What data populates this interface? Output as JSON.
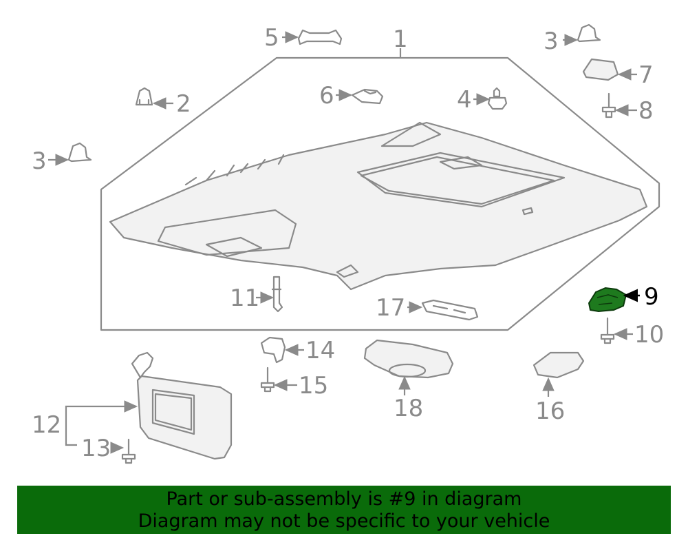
{
  "callouts": {
    "c1": "1",
    "c2": "2",
    "c3a": "3",
    "c3b": "3",
    "c4": "4",
    "c5": "5",
    "c6": "6",
    "c7": "7",
    "c8": "8",
    "c9": "9",
    "c10": "10",
    "c11": "11",
    "c12": "12",
    "c13": "13",
    "c14": "14",
    "c15": "15",
    "c16": "16",
    "c17": "17",
    "c18": "18"
  },
  "highlight": {
    "part_number": "9",
    "color": "#1e7a1e"
  },
  "banner": {
    "line1": "Part or sub-assembly is #9 in diagram",
    "line2": "Diagram may not be specific to your vehicle",
    "background": "#0a6b0a"
  }
}
